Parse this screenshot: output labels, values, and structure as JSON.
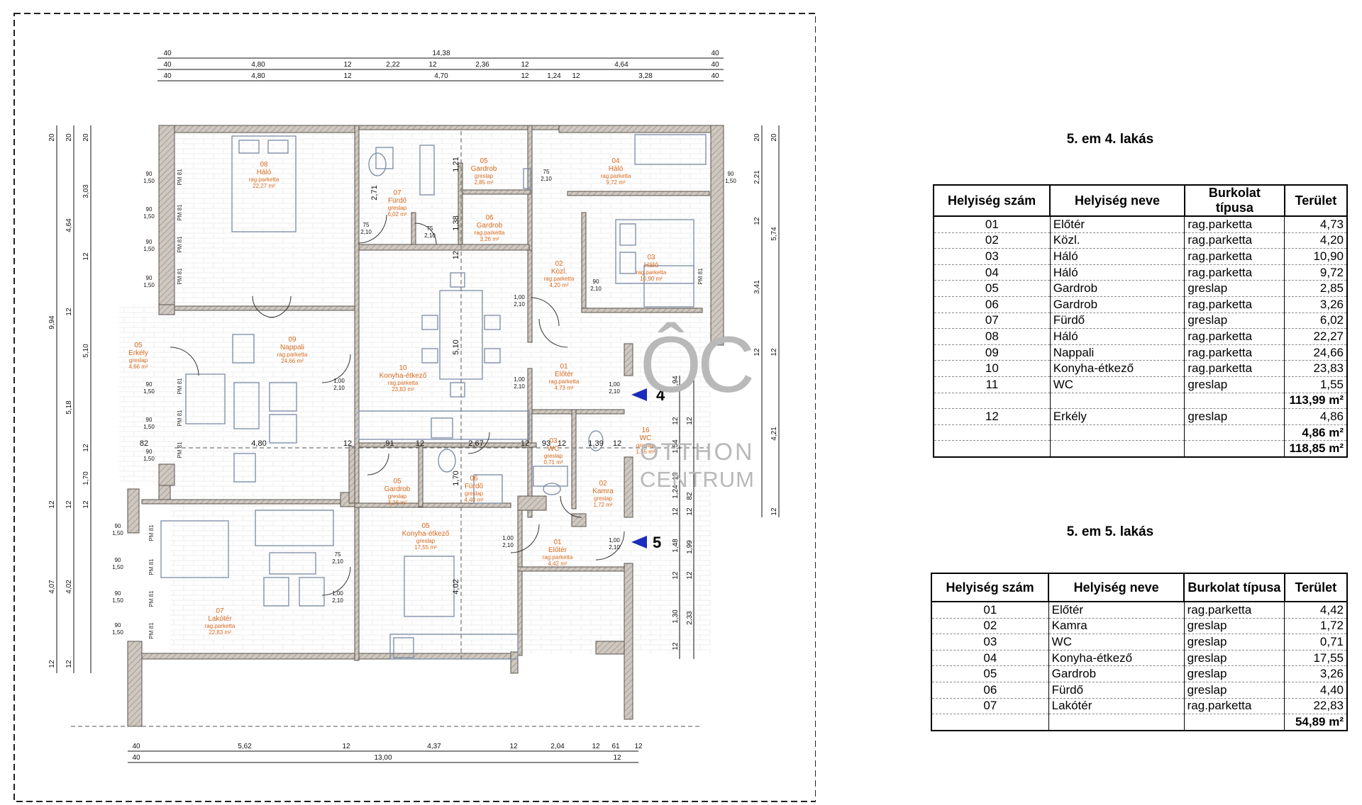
{
  "plan": {
    "dims_top": {
      "row1": [
        "40",
        "14,38",
        "40"
      ],
      "row2": [
        "40",
        "4,80",
        "12",
        "2,22",
        "12",
        "2,36",
        "12",
        "4,64",
        "40"
      ],
      "row3": [
        "40",
        "4,80",
        "12",
        "4,70",
        "12",
        "1,24",
        "12",
        "3,28",
        "40"
      ]
    },
    "dims_bottom": {
      "row1": [
        "40",
        "5,62",
        "12",
        "4,37",
        "12",
        "2,04",
        "12",
        "61",
        "12"
      ],
      "row2": [
        "40",
        "13,00",
        "12"
      ]
    },
    "dims_left": {
      "outer": [
        "20",
        "9,94",
        "12",
        "4,07",
        "12"
      ],
      "inner": [
        "20",
        "4,64",
        "12",
        "5,18",
        "12",
        "4,02",
        "12"
      ],
      "inner2": [
        "20",
        "3,03",
        "12",
        "5,10",
        "12",
        "1,70",
        "12"
      ]
    },
    "dims_right": {
      "outer": [
        "20",
        "5,74",
        "12",
        "4,21",
        "12"
      ],
      "inner": [
        "20",
        "2,21",
        "12",
        "3,41",
        "12"
      ],
      "inner2": [
        "1,94",
        "12",
        "1,54",
        "12",
        "1,24",
        "12",
        "1,48",
        "12",
        "1,30",
        "12"
      ],
      "inner3": [
        "12",
        "82",
        "12",
        "1,99",
        "12",
        "2,33"
      ]
    },
    "rooms": [
      {
        "num": "08",
        "name": "Háló",
        "finish": "rag.parketta",
        "area": "22,27 m²"
      },
      {
        "num": "07",
        "name": "Fürdő",
        "finish": "greslap",
        "area": "6,02 m²"
      },
      {
        "num": "05",
        "name": "Gardrob",
        "finish": "greslap",
        "area": "2,85 m²"
      },
      {
        "num": "06",
        "name": "Gardrob",
        "finish": "rag.parketta",
        "area": "3,26 m²"
      },
      {
        "num": "04",
        "name": "Háló",
        "finish": "rag.parketta",
        "area": "9,72 m²"
      },
      {
        "num": "03",
        "name": "Háló",
        "finish": "rag.parketta",
        "area": "10,90 m²"
      },
      {
        "num": "02",
        "name": "Közl.",
        "finish": "rag.parketta",
        "area": "4,20 m²"
      },
      {
        "num": "05",
        "name": "Erkély",
        "finish": "greslap",
        "area": "4,66 m²"
      },
      {
        "num": "09",
        "name": "Nappali",
        "finish": "rag.parketta",
        "area": "24,66 m²"
      },
      {
        "num": "10",
        "name": "Konyha-étkező",
        "finish": "rag.parketta",
        "area": "23,83 m²"
      },
      {
        "num": "01",
        "name": "Előtér",
        "finish": "rag.parketta",
        "area": "4,73 m²"
      },
      {
        "num": "16",
        "name": "WC",
        "finish": "greslap",
        "area": "1,55 m²"
      },
      {
        "num": "03",
        "name": "WC",
        "finish": "greslap",
        "area": "0,71 m²"
      },
      {
        "num": "05",
        "name": "Gardrob",
        "finish": "greslap",
        "area": "3,26 m²"
      },
      {
        "num": "06",
        "name": "Fürdő",
        "finish": "greslap",
        "area": "4,40 m²"
      },
      {
        "num": "02",
        "name": "Kamra",
        "finish": "greslap",
        "area": "1,72 m²"
      },
      {
        "num": "05",
        "name": "Konyha-étkező",
        "finish": "greslap",
        "area": "17,55 m²"
      },
      {
        "num": "01",
        "name": "Előtér",
        "finish": "rag.parketta",
        "area": "4,42 m²"
      },
      {
        "num": "07",
        "name": "Lakótér",
        "finish": "rag.parketta",
        "area": "22,83 m²"
      }
    ],
    "inner_dims": [
      "4,80",
      "82",
      "12",
      ",91",
      "12",
      "2,67",
      "12",
      "93",
      "12",
      "1,39",
      "12",
      "5,10",
      "4,02",
      "1,70",
      "2,71",
      "1,21",
      "1,38",
      "12"
    ],
    "door_labels": [
      "90",
      "1,50",
      "75",
      "2,10",
      "1,00",
      "2,10"
    ],
    "pm": "PM 81",
    "unit_markers": [
      "4",
      "5"
    ]
  },
  "logo": {
    "monogram": "ÔC",
    "line1": "OTTHON",
    "line2": "CENTRUM",
    "color": "#b9b9b9"
  },
  "tables": [
    {
      "title": "5. em 4. lakás",
      "headers": [
        "Helyiség szám",
        "Helyiség neve",
        "Burkolat típusa",
        "Terület"
      ],
      "rows": [
        [
          "01",
          "Előtér",
          "rag.parketta",
          "4,73"
        ],
        [
          "02",
          "Közl.",
          "rag.parketta",
          "4,20"
        ],
        [
          "03",
          "Háló",
          "rag.parketta",
          "10,90"
        ],
        [
          "04",
          "Háló",
          "rag.parketta",
          "9,72"
        ],
        [
          "05",
          "Gardrob",
          "greslap",
          "2,85"
        ],
        [
          "06",
          "Gardrob",
          "rag.parketta",
          "3,26"
        ],
        [
          "07",
          "Fürdő",
          "greslap",
          "6,02"
        ],
        [
          "08",
          "Háló",
          "rag.parketta",
          "22,27"
        ],
        [
          "09",
          "Nappali",
          "rag.parketta",
          "24,66"
        ],
        [
          "10",
          "Konyha-étkező",
          "rag.parketta",
          "23,83"
        ],
        [
          "11",
          "WC",
          "greslap",
          "1,55"
        ]
      ],
      "subtotal": "113,99 m²",
      "extra_rows": [
        [
          "12",
          "Erkély",
          "greslap",
          "4,86"
        ]
      ],
      "extra_total": "4,86 m²",
      "grand_total": "118,85 m²"
    },
    {
      "title": "5. em 5. lakás",
      "headers": [
        "Helyiség szám",
        "Helyiség neve",
        "Burkolat típusa",
        "Terület"
      ],
      "rows": [
        [
          "01",
          "Előtér",
          "rag.parketta",
          "4,42"
        ],
        [
          "02",
          "Kamra",
          "greslap",
          "1,72"
        ],
        [
          "03",
          "WC",
          "greslap",
          "0,71"
        ],
        [
          "04",
          "Konyha-étkező",
          "greslap",
          "17,55"
        ],
        [
          "05",
          "Gardrob",
          "greslap",
          "3,26"
        ],
        [
          "06",
          "Fürdő",
          "greslap",
          "4,40"
        ],
        [
          "07",
          "Lakótér",
          "rag.parketta",
          "22,83"
        ]
      ],
      "subtotal": "54,89 m²"
    }
  ]
}
